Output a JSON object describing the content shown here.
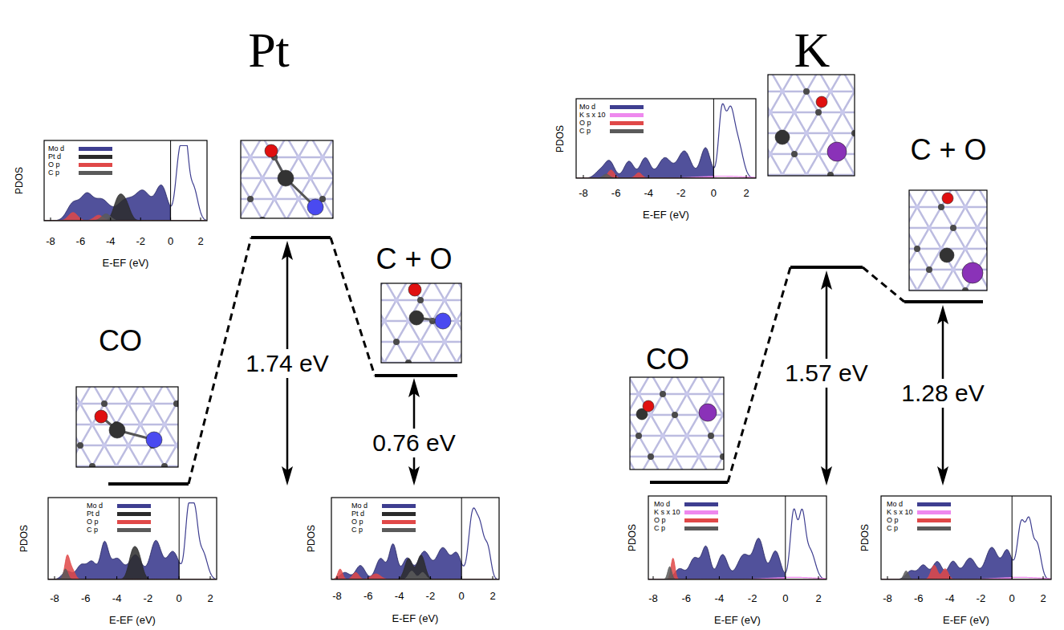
{
  "diagram": {
    "labels": [
      "Pt",
      "K",
      "CO",
      "C + O",
      "1.74 eV",
      "0.76 eV",
      "CO",
      "C + O",
      "1.57 eV",
      "1.28 eV",
      "PDOS",
      "-8",
      "-6",
      "-4",
      "-2",
      "0",
      "2",
      "E-EF (eV)",
      "PDOS",
      "-8",
      "-6",
      "-4",
      "-2",
      "0",
      "2",
      "E-EF (eV)",
      "PDOS",
      "-8",
      "-6",
      "-4",
      "-2",
      "0",
      "2",
      "E-EF (eV)",
      "PDOS",
      "-8",
      "-6",
      "-4",
      "-2",
      "0",
      "2",
      "E-EF (eV)",
      "PDOS",
      "-8",
      "-6",
      "-4",
      "-2",
      "0",
      "2",
      "E-EF (eV)",
      "PDOS",
      "-8",
      "-6",
      "-4",
      "-2",
      "0",
      "2",
      "E-EF (eV)"
    ],
    "legend": [
      {
        "text": "Mo d",
        "color": "#3e3e90"
      },
      {
        "text": "Pt d",
        "color": "#2b2b2b"
      },
      {
        "text": "O p",
        "color": "#e04848"
      },
      {
        "text": "C p",
        "color": "#5a5a5a"
      },
      {
        "text": "Mo d",
        "color": "#3e3e90"
      },
      {
        "text": "Pt d",
        "color": "#2b2b2b"
      },
      {
        "text": "O p",
        "color": "#e04848"
      },
      {
        "text": "C p",
        "color": "#5a5a5a"
      },
      {
        "text": "Mo d",
        "color": "#3e3e90"
      },
      {
        "text": "Pt d",
        "color": "#2b2b2b"
      },
      {
        "text": "O p",
        "color": "#e04848"
      },
      {
        "text": "C p",
        "color": "#5a5a5a"
      },
      {
        "text": "Mo d",
        "color": "#3e3e90"
      },
      {
        "text": "K s x 10",
        "color": "#ee88ee"
      },
      {
        "text": "O p",
        "color": "#e04848"
      },
      {
        "text": "C p",
        "color": "#5a5a5a"
      },
      {
        "text": "Mo d",
        "color": "#3e3e90"
      },
      {
        "text": "K s x 10",
        "color": "#ee88ee"
      },
      {
        "text": "O p",
        "color": "#e04848"
      },
      {
        "text": "C p",
        "color": "#5a5a5a"
      },
      {
        "text": "Mo d",
        "color": "#3e3e90"
      },
      {
        "text": "K s x 10",
        "color": "#ee88ee"
      },
      {
        "text": "O p",
        "color": "#e04848"
      },
      {
        "text": "C p",
        "color": "#5a5a5a"
      }
    ]
  }
}
